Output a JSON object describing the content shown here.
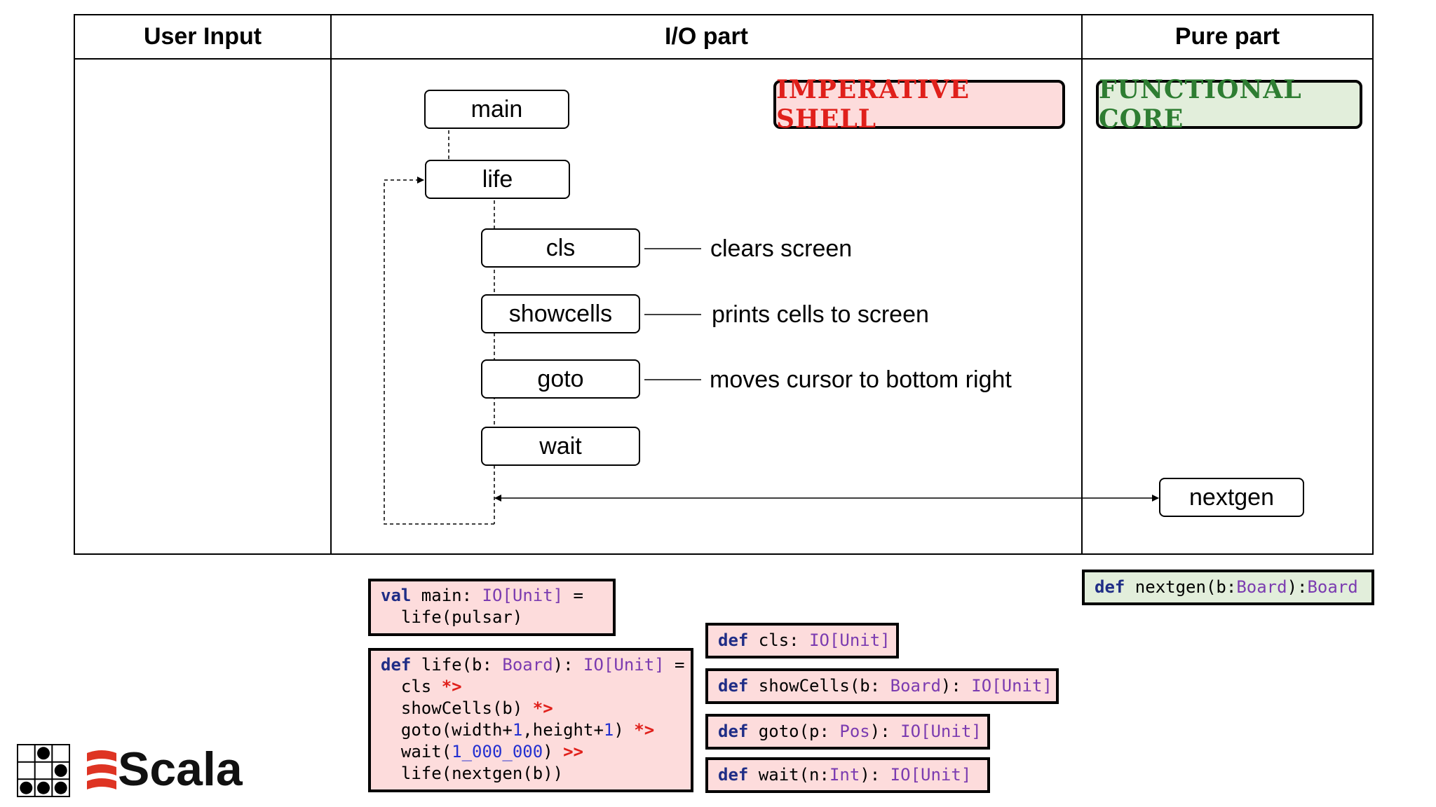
{
  "table": {
    "headers": [
      "User Input",
      "I/O part",
      "Pure part"
    ]
  },
  "banners": {
    "shell": "IMPERATIVE SHELL",
    "core": "FUNCTIONAL CORE"
  },
  "colors": {
    "shell_text": "#e0201b",
    "shell_bg": "#fddcdc",
    "core_text": "#2e7d32",
    "core_bg": "#e2eedb",
    "keyword": "#1f2d86",
    "type": "#7b3bb0",
    "operator": "#e0201b",
    "scala_red": "#de3423"
  },
  "nodes": {
    "main": "main",
    "life": "life",
    "cls": "cls",
    "showcells": "showcells",
    "goto": "goto",
    "wait": "wait",
    "nextgen": "nextgen"
  },
  "notes": {
    "cls": "clears screen",
    "showcells": "prints cells to screen",
    "goto": "moves cursor to bottom right"
  },
  "code": {
    "main": [
      "val main: IO[Unit] =",
      "  life(pulsar)"
    ],
    "life": [
      "def life(b: Board): IO[Unit] =",
      "  cls *>",
      "  showCells(b) *>",
      "  goto(width+1,height+1) *>",
      "  wait(1_000_000) >>",
      "  life(nextgen(b))"
    ],
    "nextgen": "def nextgen(b:Board):Board",
    "cls": "def cls: IO[Unit]",
    "showCells": "def showCells(b: Board): IO[Unit]",
    "goto": "def goto(p: Pos): IO[Unit]",
    "wait": "def wait(n:Int): IO[Unit]"
  },
  "logo": {
    "text": "Scala",
    "icon": "glider-icon"
  }
}
